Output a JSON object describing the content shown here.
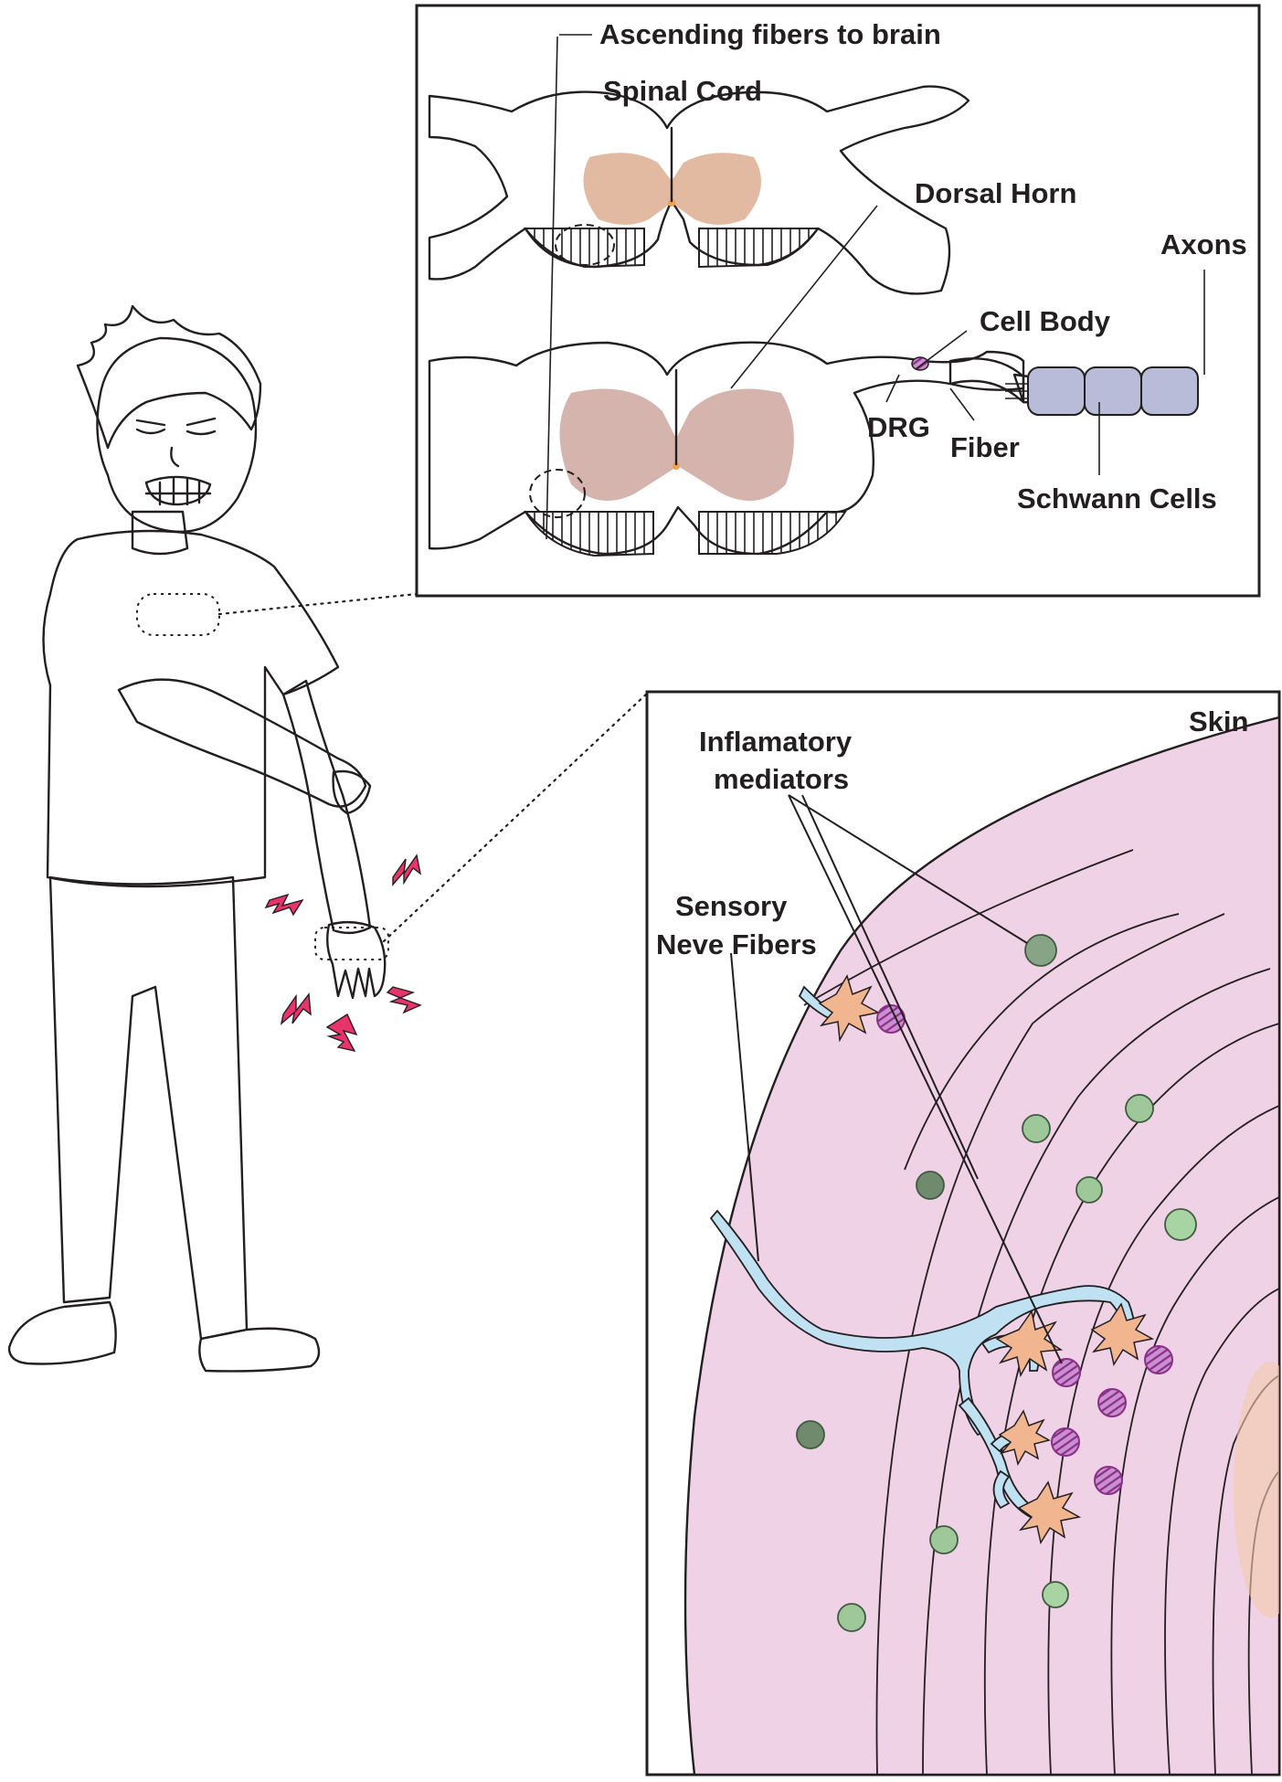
{
  "labels": {
    "ascending": "Ascending fibers to brain",
    "spinal_cord": "Spinal Cord",
    "dorsal_horn": "Dorsal Horn",
    "axons": "Axons",
    "cell_body": "Cell Body",
    "drg": "DRG",
    "fiber": "Fiber",
    "schwann": "Schwann Cells",
    "skin": "Skin",
    "inflam_1": "Inflamatory",
    "inflam_2": "mediators",
    "sensory_1": "Sensory",
    "sensory_2": "Neve Fibers"
  },
  "colors": {
    "cord": "#f6c6a2",
    "gray_matter": "#d9a98a",
    "skin": "#efd2e6",
    "nerve": "#bfe1f1",
    "mediator": "#b24fa4",
    "cell_dot": "#9fc89a",
    "shirt_top": "#c7c7c9",
    "shirt_bottom": "#aab9e3",
    "pants": "#7b7cbd",
    "hair": "#d6e56a",
    "bolt": "#e8336b",
    "schwann": "#b9bcd8"
  },
  "icons": [
    "pain-bolt-icon",
    "inflammatory-mediator-icon",
    "nerve-ending-icon"
  ]
}
